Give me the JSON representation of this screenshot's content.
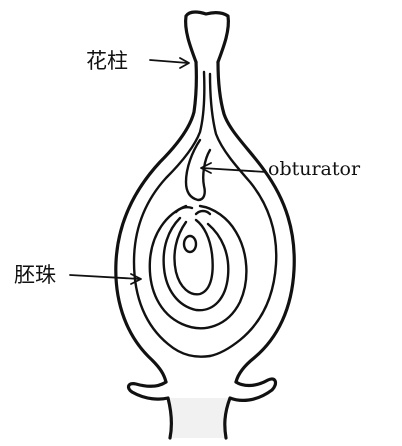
{
  "labels": {
    "style": "花柱",
    "obturator": "obturator",
    "ovule": "胚珠"
  },
  "colors": {
    "ink": "#111111",
    "background": "#ffffff",
    "shading": "#f1f1f1"
  }
}
